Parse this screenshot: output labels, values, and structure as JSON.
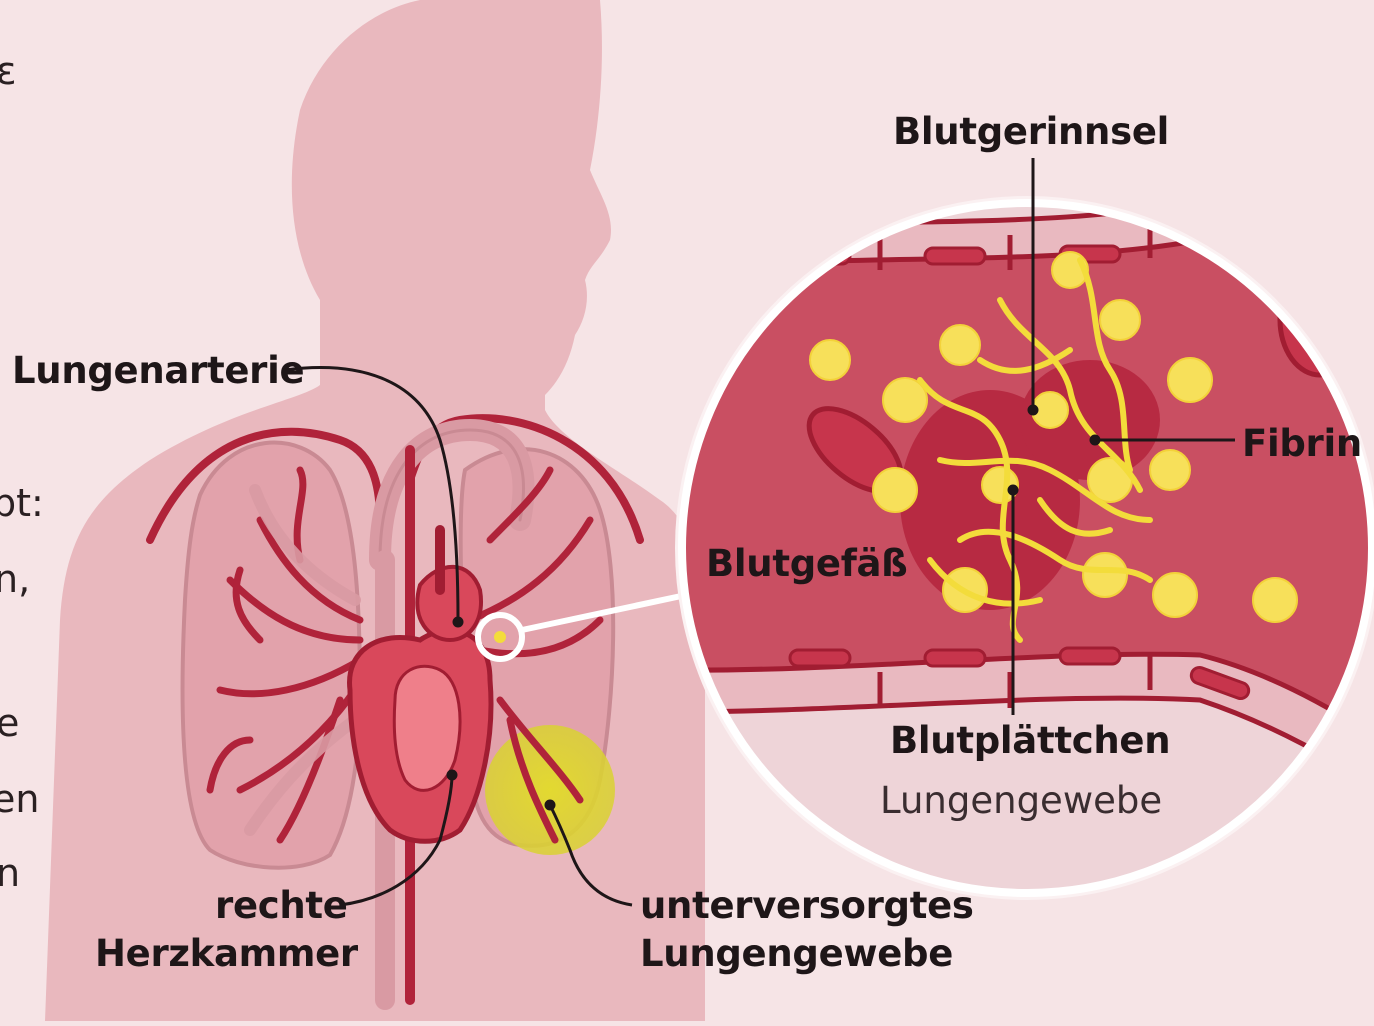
{
  "labels": {
    "lungenarterie": "Lungenarterie",
    "rechte_herzkammer_1": "rechte",
    "rechte_herzkammer_2": "Herzkammer",
    "unterversorgt_1": "unterversorgtes",
    "unterversorgt_2": "Lungengewebe",
    "blutgerinnsel": "Blutgerinnsel",
    "fibrin": "Fibrin",
    "blutgefaess": "Blutgefäß",
    "blutplaettchen": "Blutplättchen",
    "lungengewebe": "Lungengewebe"
  },
  "cutoff_text": [
    "ε",
    "pt:",
    "n,",
    "e",
    "en",
    "n"
  ],
  "colors": {
    "background": "#f6e4e6",
    "body_silhouette": "#e8b9bf",
    "vessel_wall": "#b0233a",
    "blood": "#c7354c",
    "platelet": "#f7e05a",
    "fibrin": "#f3dc3b",
    "underperfused_highlight": "#dcd633"
  }
}
